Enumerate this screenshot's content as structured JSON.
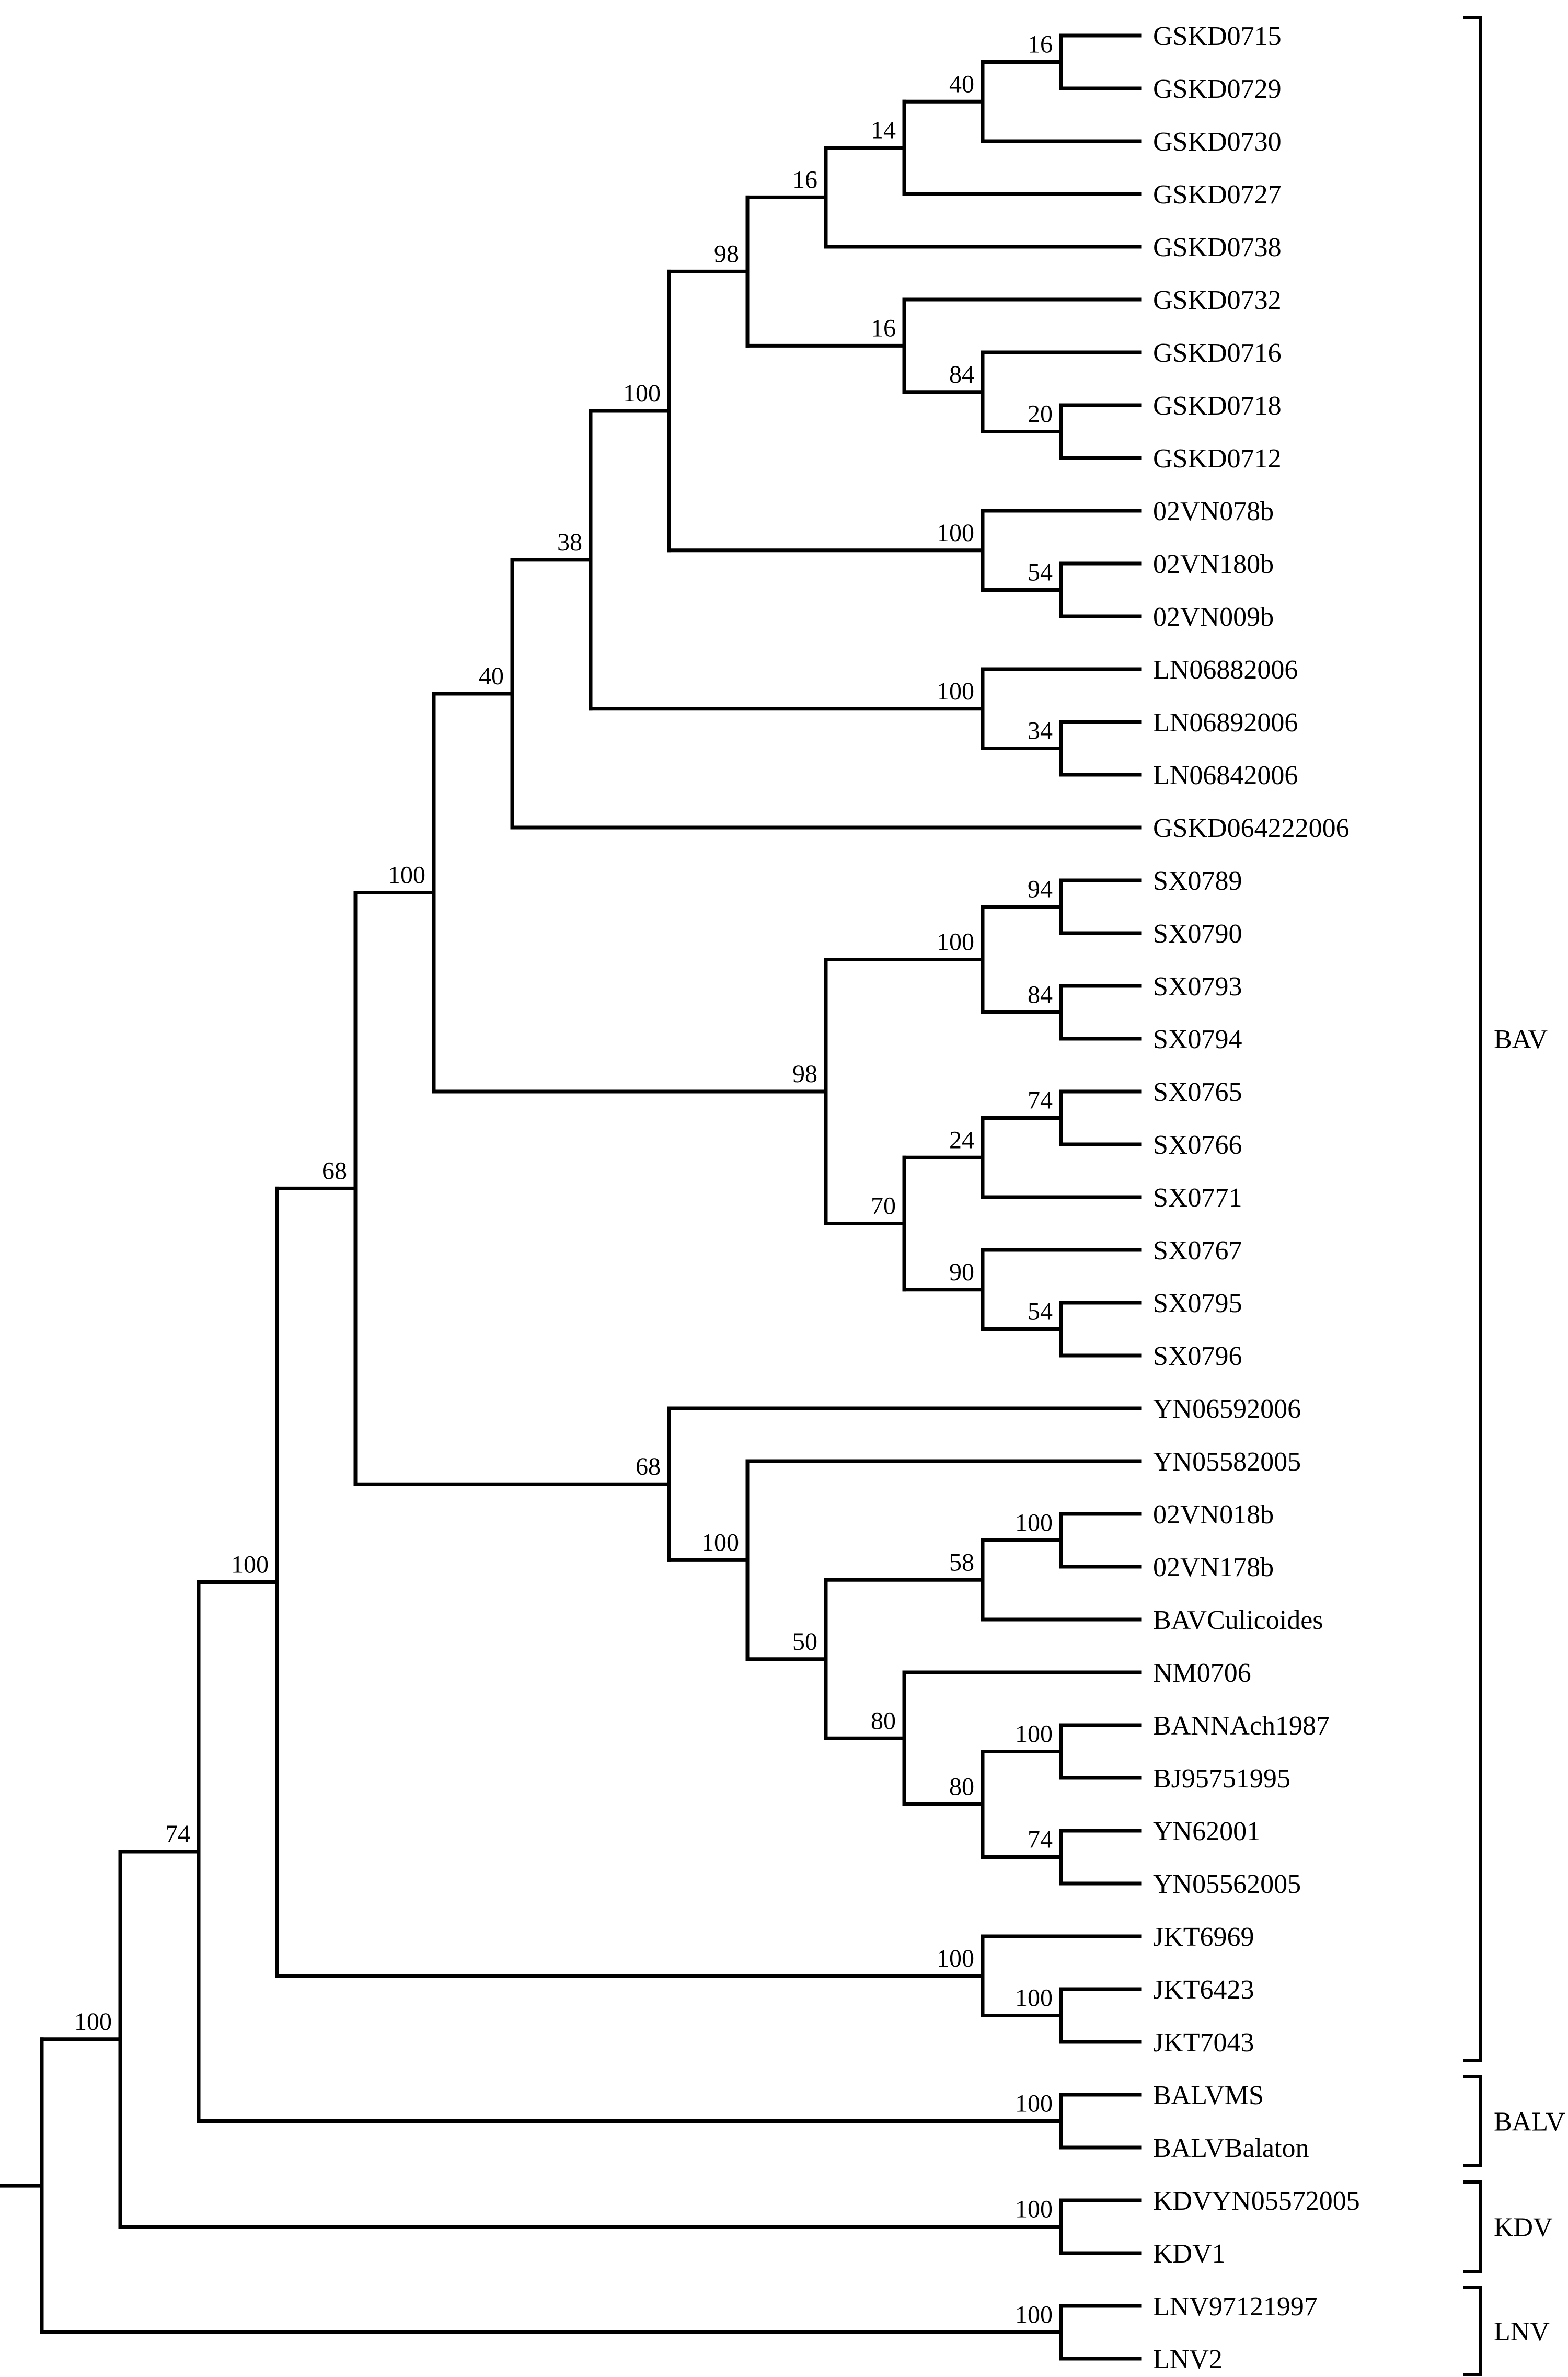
{
  "figure": {
    "type": "phylogenetic-tree-cladogram"
  },
  "colors": {
    "line": "#000000",
    "text": "#000000",
    "background": "#ffffff"
  },
  "clade_brackets": [
    {
      "label": "BAV",
      "first_taxon": "GSKD0715",
      "last_taxon": "JKT7043"
    },
    {
      "label": "BALV",
      "first_taxon": "BALVMS",
      "last_taxon": "BALVBalaton"
    },
    {
      "label": "KDV",
      "first_taxon": "KDVYN05572005",
      "last_taxon": "KDV1"
    },
    {
      "label": "LNV",
      "first_taxon": "LNV97121997",
      "last_taxon": "LNV2"
    }
  ],
  "tree": {
    "children": [
      {
        "support": 100,
        "children": [
          {
            "support": 74,
            "children": [
              {
                "support": 100,
                "children": [
                  {
                    "support": 68,
                    "children": [
                      {
                        "support": 100,
                        "children": [
                          {
                            "support": 40,
                            "children": [
                              {
                                "support": 38,
                                "children": [
                                  {
                                    "support": 100,
                                    "children": [
                                      {
                                        "support": 98,
                                        "children": [
                                          {
                                            "support": 16,
                                            "children": [
                                              {
                                                "support": 14,
                                                "children": [
                                                  {
                                                    "support": 40,
                                                    "children": [
                                                      {
                                                        "support": 16,
                                                        "children": [
                                                          {
                                                            "name": "GSKD0715"
                                                          },
                                                          {
                                                            "name": "GSKD0729"
                                                          }
                                                        ]
                                                      },
                                                      {
                                                        "name": "GSKD0730"
                                                      }
                                                    ]
                                                  },
                                                  {
                                                    "name": "GSKD0727"
                                                  }
                                                ]
                                              },
                                              {
                                                "name": "GSKD0738"
                                              }
                                            ]
                                          },
                                          {
                                            "support": 16,
                                            "children": [
                                              {
                                                "name": "GSKD0732"
                                              },
                                              {
                                                "support": 84,
                                                "children": [
                                                  {
                                                    "name": "GSKD0716"
                                                  },
                                                  {
                                                    "support": 20,
                                                    "children": [
                                                      {
                                                        "name": "GSKD0718"
                                                      },
                                                      {
                                                        "name": "GSKD0712"
                                                      }
                                                    ]
                                                  }
                                                ]
                                              }
                                            ]
                                          }
                                        ]
                                      },
                                      {
                                        "support": 100,
                                        "children": [
                                          {
                                            "name": "02VN078b"
                                          },
                                          {
                                            "support": 54,
                                            "children": [
                                              {
                                                "name": "02VN180b"
                                              },
                                              {
                                                "name": "02VN009b"
                                              }
                                            ]
                                          }
                                        ]
                                      }
                                    ]
                                  },
                                  {
                                    "support": 100,
                                    "children": [
                                      {
                                        "name": "LN06882006"
                                      },
                                      {
                                        "support": 34,
                                        "children": [
                                          {
                                            "name": "LN06892006"
                                          },
                                          {
                                            "name": "LN06842006"
                                          }
                                        ]
                                      }
                                    ]
                                  }
                                ]
                              },
                              {
                                "name": "GSKD064222006"
                              }
                            ]
                          },
                          {
                            "support": 98,
                            "children": [
                              {
                                "support": 100,
                                "children": [
                                  {
                                    "support": 94,
                                    "children": [
                                      {
                                        "name": "SX0789"
                                      },
                                      {
                                        "name": "SX0790"
                                      }
                                    ]
                                  },
                                  {
                                    "support": 84,
                                    "children": [
                                      {
                                        "name": "SX0793"
                                      },
                                      {
                                        "name": "SX0794"
                                      }
                                    ]
                                  }
                                ]
                              },
                              {
                                "support": 70,
                                "children": [
                                  {
                                    "support": 24,
                                    "children": [
                                      {
                                        "support": 74,
                                        "children": [
                                          {
                                            "name": "SX0765"
                                          },
                                          {
                                            "name": "SX0766"
                                          }
                                        ]
                                      },
                                      {
                                        "name": "SX0771"
                                      }
                                    ]
                                  },
                                  {
                                    "support": 90,
                                    "children": [
                                      {
                                        "name": "SX0767"
                                      },
                                      {
                                        "support": 54,
                                        "children": [
                                          {
                                            "name": "SX0795"
                                          },
                                          {
                                            "name": "SX0796"
                                          }
                                        ]
                                      }
                                    ]
                                  }
                                ]
                              }
                            ]
                          }
                        ]
                      },
                      {
                        "support": 68,
                        "children": [
                          {
                            "name": "YN06592006"
                          },
                          {
                            "support": 100,
                            "children": [
                              {
                                "name": "YN05582005"
                              },
                              {
                                "support": 50,
                                "children": [
                                  {
                                    "support": 58,
                                    "children": [
                                      {
                                        "support": 100,
                                        "children": [
                                          {
                                            "name": "02VN018b"
                                          },
                                          {
                                            "name": "02VN178b"
                                          }
                                        ]
                                      },
                                      {
                                        "name": "BAVCulicoides"
                                      }
                                    ]
                                  },
                                  {
                                    "support": 80,
                                    "children": [
                                      {
                                        "name": "NM0706"
                                      },
                                      {
                                        "support": 80,
                                        "children": [
                                          {
                                            "support": 100,
                                            "children": [
                                              {
                                                "name": "BANNAch1987"
                                              },
                                              {
                                                "name": "BJ95751995"
                                              }
                                            ]
                                          },
                                          {
                                            "support": 74,
                                            "children": [
                                              {
                                                "name": "YN62001"
                                              },
                                              {
                                                "name": "YN05562005"
                                              }
                                            ]
                                          }
                                        ]
                                      }
                                    ]
                                  }
                                ]
                              }
                            ]
                          }
                        ]
                      }
                    ]
                  },
                  {
                    "support": 100,
                    "children": [
                      {
                        "name": "JKT6969"
                      },
                      {
                        "support": 100,
                        "children": [
                          {
                            "name": "JKT6423"
                          },
                          {
                            "name": "JKT7043"
                          }
                        ]
                      }
                    ]
                  }
                ]
              },
              {
                "support": 100,
                "children": [
                  {
                    "name": "BALVMS"
                  },
                  {
                    "name": "BALVBalaton"
                  }
                ]
              }
            ]
          },
          {
            "support": 100,
            "children": [
              {
                "name": "KDVYN05572005"
              },
              {
                "name": "KDV1"
              }
            ]
          }
        ]
      },
      {
        "support": 100,
        "children": [
          {
            "name": "LNV97121997"
          },
          {
            "name": "LNV2"
          }
        ]
      }
    ]
  }
}
